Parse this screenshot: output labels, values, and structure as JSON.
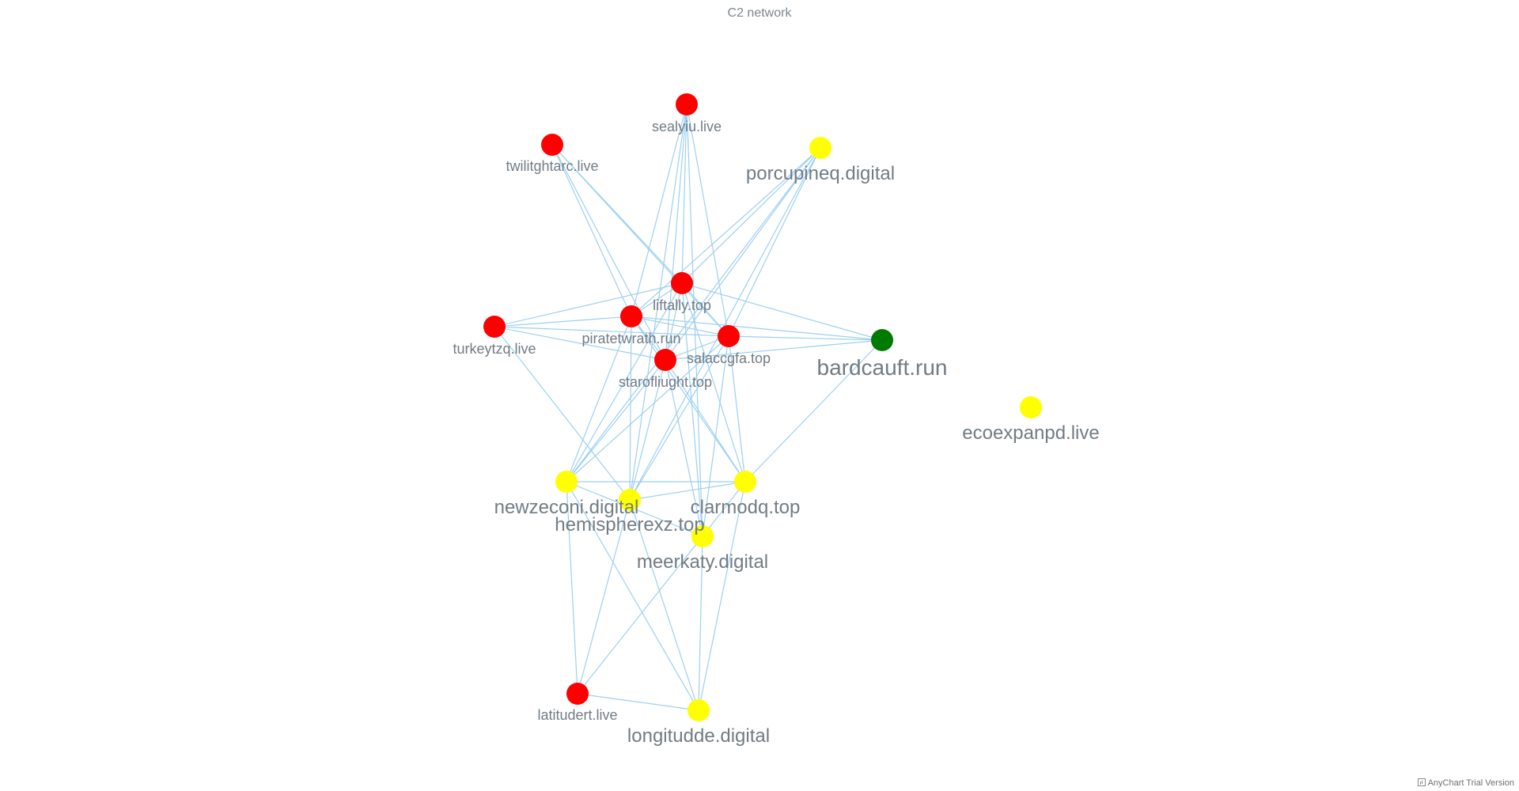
{
  "title": "C2 network",
  "credit": "AnyChart Trial Version",
  "colors": {
    "red": "#ff0000",
    "yellow": "#ffff00",
    "green": "#007a00",
    "edge": "#9dd0f1",
    "label": "#717c85"
  },
  "nodes": [
    {
      "id": "sealyiu.live",
      "color": "red"
    },
    {
      "id": "twilitghtarc.live",
      "color": "red"
    },
    {
      "id": "porcupineq.digital",
      "color": "yellow"
    },
    {
      "id": "liftally.top",
      "color": "red"
    },
    {
      "id": "turkeytzq.live",
      "color": "red"
    },
    {
      "id": "piratetwrath.run",
      "color": "red"
    },
    {
      "id": "salaccgfa.top",
      "color": "red"
    },
    {
      "id": "starofliught.top",
      "color": "red"
    },
    {
      "id": "bardcauft.run",
      "color": "green"
    },
    {
      "id": "ecoexpanpd.live",
      "color": "yellow"
    },
    {
      "id": "newzeconi.digital",
      "color": "yellow"
    },
    {
      "id": "hemispherexz.top",
      "color": "yellow"
    },
    {
      "id": "clarmodq.top",
      "color": "yellow"
    },
    {
      "id": "meerkaty.digital",
      "color": "yellow"
    },
    {
      "id": "latitudert.live",
      "color": "red"
    },
    {
      "id": "longitudde.digital",
      "color": "yellow"
    }
  ],
  "edges": [
    [
      "sealyiu.live",
      "piratetwrath.run"
    ],
    [
      "sealyiu.live",
      "salaccgfa.top"
    ],
    [
      "sealyiu.live",
      "starofliught.top"
    ],
    [
      "sealyiu.live",
      "liftally.top"
    ],
    [
      "sealyiu.live",
      "hemispherexz.top"
    ],
    [
      "sealyiu.live",
      "meerkaty.digital"
    ],
    [
      "twilitghtarc.live",
      "liftally.top"
    ],
    [
      "twilitghtarc.live",
      "piratetwrath.run"
    ],
    [
      "twilitghtarc.live",
      "salaccgfa.top"
    ],
    [
      "twilitghtarc.live",
      "starofliught.top"
    ],
    [
      "porcupineq.digital",
      "liftally.top"
    ],
    [
      "porcupineq.digital",
      "piratetwrath.run"
    ],
    [
      "porcupineq.digital",
      "starofliught.top"
    ],
    [
      "porcupineq.digital",
      "salaccgfa.top"
    ],
    [
      "porcupineq.digital",
      "newzeconi.digital"
    ],
    [
      "porcupineq.digital",
      "hemispherexz.top"
    ],
    [
      "turkeytzq.live",
      "liftally.top"
    ],
    [
      "turkeytzq.live",
      "piratetwrath.run"
    ],
    [
      "turkeytzq.live",
      "salaccgfa.top"
    ],
    [
      "turkeytzq.live",
      "starofliught.top"
    ],
    [
      "turkeytzq.live",
      "hemispherexz.top"
    ],
    [
      "liftally.top",
      "piratetwrath.run"
    ],
    [
      "liftally.top",
      "salaccgfa.top"
    ],
    [
      "liftally.top",
      "starofliught.top"
    ],
    [
      "liftally.top",
      "bardcauft.run"
    ],
    [
      "liftally.top",
      "newzeconi.digital"
    ],
    [
      "liftally.top",
      "clarmodq.top"
    ],
    [
      "liftally.top",
      "meerkaty.digital"
    ],
    [
      "piratetwrath.run",
      "salaccgfa.top"
    ],
    [
      "piratetwrath.run",
      "starofliught.top"
    ],
    [
      "piratetwrath.run",
      "bardcauft.run"
    ],
    [
      "piratetwrath.run",
      "hemispherexz.top"
    ],
    [
      "piratetwrath.run",
      "clarmodq.top"
    ],
    [
      "piratetwrath.run",
      "newzeconi.digital"
    ],
    [
      "salaccgfa.top",
      "starofliught.top"
    ],
    [
      "salaccgfa.top",
      "bardcauft.run"
    ],
    [
      "salaccgfa.top",
      "newzeconi.digital"
    ],
    [
      "salaccgfa.top",
      "hemispherexz.top"
    ],
    [
      "salaccgfa.top",
      "clarmodq.top"
    ],
    [
      "salaccgfa.top",
      "meerkaty.digital"
    ],
    [
      "starofliught.top",
      "bardcauft.run"
    ],
    [
      "starofliught.top",
      "newzeconi.digital"
    ],
    [
      "starofliught.top",
      "hemispherexz.top"
    ],
    [
      "starofliught.top",
      "clarmodq.top"
    ],
    [
      "starofliught.top",
      "meerkaty.digital"
    ],
    [
      "bardcauft.run",
      "clarmodq.top"
    ],
    [
      "newzeconi.digital",
      "clarmodq.top"
    ],
    [
      "newzeconi.digital",
      "latitudert.live"
    ],
    [
      "newzeconi.digital",
      "longitudde.digital"
    ],
    [
      "newzeconi.digital",
      "meerkaty.digital"
    ],
    [
      "hemispherexz.top",
      "clarmodq.top"
    ],
    [
      "hemispherexz.top",
      "latitudert.live"
    ],
    [
      "hemispherexz.top",
      "longitudde.digital"
    ],
    [
      "clarmodq.top",
      "meerkaty.digital"
    ],
    [
      "clarmodq.top",
      "longitudde.digital"
    ],
    [
      "meerkaty.digital",
      "latitudert.live"
    ],
    [
      "meerkaty.digital",
      "longitudde.digital"
    ],
    [
      "latitudert.live",
      "longitudde.digital"
    ]
  ]
}
